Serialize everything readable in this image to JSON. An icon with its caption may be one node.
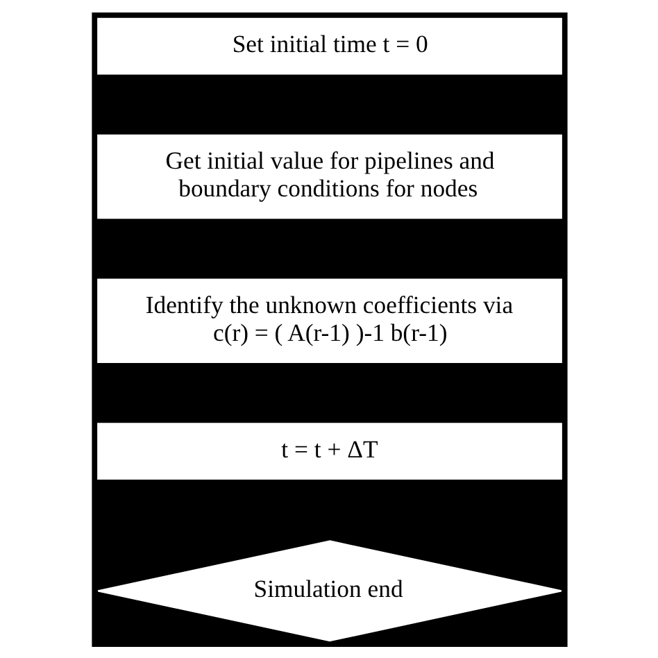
{
  "diagram": {
    "nodes": [
      {
        "text": [
          "Set initial time t = 0"
        ]
      },
      {
        "text": [
          "Get initial value for pipelines and boundary conditions for nodes"
        ]
      },
      {
        "text": [
          "Identify the unknown coefficients via",
          "c(r) = ( A(r-1) )-1 b(r-1)"
        ]
      },
      {
        "text": [
          "t = t + ΔT"
        ]
      },
      {
        "text": [
          "Simulation end"
        ]
      }
    ]
  }
}
